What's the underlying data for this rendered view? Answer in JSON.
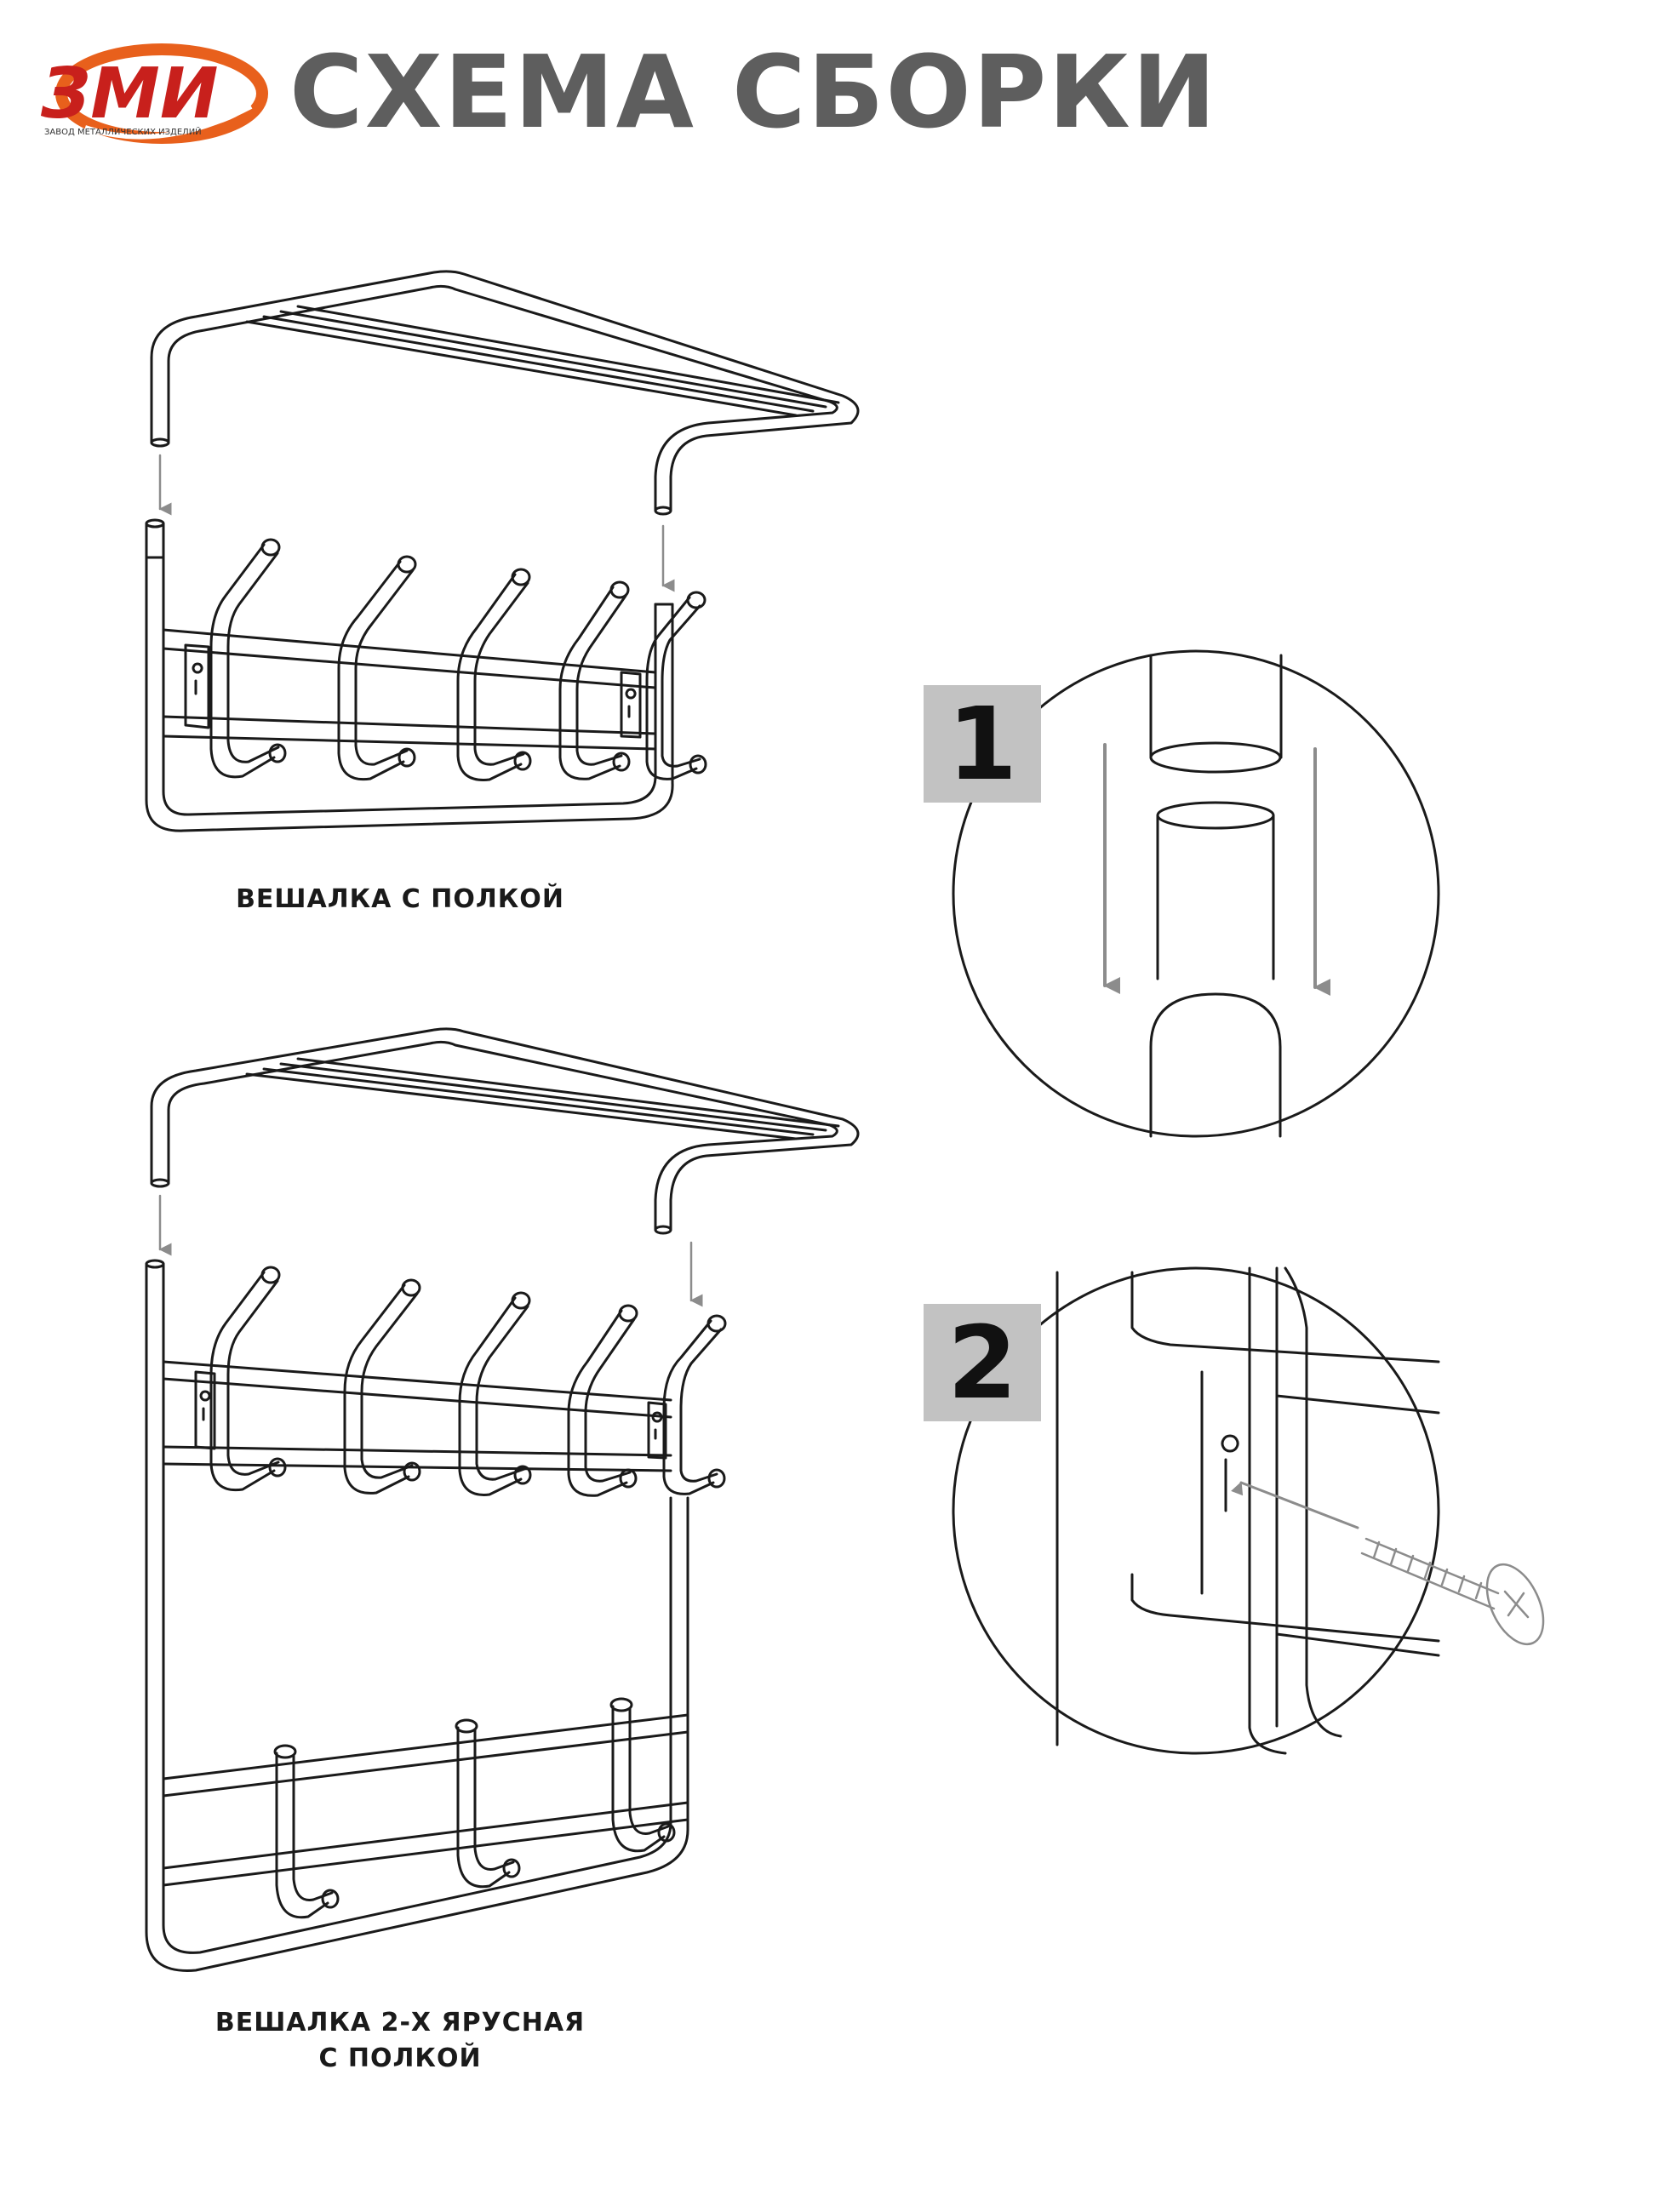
{
  "header": {
    "logo_text": "ЗМИ",
    "logo_subtext": "ЗАВОД МЕТАЛЛИЧЕСКИХ ИЗДЕЛИЙ",
    "title": "СХЕМА СБОРКИ"
  },
  "diagrams": {
    "rack1_caption": "ВЕШАЛКА С ПОЛКОЙ",
    "rack2_caption_line1": "ВЕШАЛКА 2-Х ЯРУСНАЯ",
    "rack2_caption_line2": "С ПОЛКОЙ"
  },
  "steps": [
    {
      "number": "1"
    },
    {
      "number": "2"
    }
  ],
  "colors": {
    "title": "#5e5e5e",
    "logo_orange": "#e8601c",
    "logo_red": "#c8201c",
    "step_box": "#c2c2c2",
    "arrow": "#8c8c8c",
    "line": "#1a1a1a"
  }
}
